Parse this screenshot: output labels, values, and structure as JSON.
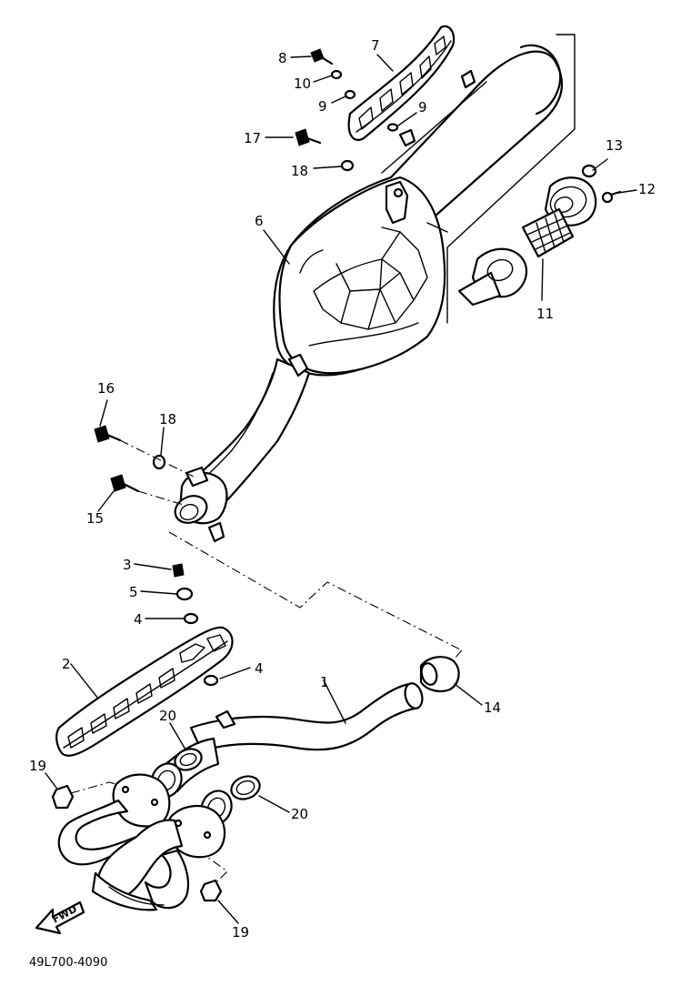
{
  "diagram": {
    "part_code": "49L700-4090",
    "direction_label": "FWD",
    "callouts": [
      {
        "id": "c1",
        "label": "1"
      },
      {
        "id": "c2",
        "label": "2"
      },
      {
        "id": "c3",
        "label": "3"
      },
      {
        "id": "c4a",
        "label": "4"
      },
      {
        "id": "c4b",
        "label": "4"
      },
      {
        "id": "c5",
        "label": "5"
      },
      {
        "id": "c6",
        "label": "6"
      },
      {
        "id": "c7",
        "label": "7"
      },
      {
        "id": "c8",
        "label": "8"
      },
      {
        "id": "c9a",
        "label": "9"
      },
      {
        "id": "c9b",
        "label": "9"
      },
      {
        "id": "c10",
        "label": "10"
      },
      {
        "id": "c11",
        "label": "11"
      },
      {
        "id": "c12",
        "label": "12"
      },
      {
        "id": "c13",
        "label": "13"
      },
      {
        "id": "c14",
        "label": "14"
      },
      {
        "id": "c15",
        "label": "15"
      },
      {
        "id": "c16",
        "label": "16"
      },
      {
        "id": "c17",
        "label": "17"
      },
      {
        "id": "c18a",
        "label": "18"
      },
      {
        "id": "c18b",
        "label": "18"
      },
      {
        "id": "c19a",
        "label": "19"
      },
      {
        "id": "c19b",
        "label": "19"
      },
      {
        "id": "c20a",
        "label": "20"
      },
      {
        "id": "c20b",
        "label": "20"
      }
    ]
  }
}
